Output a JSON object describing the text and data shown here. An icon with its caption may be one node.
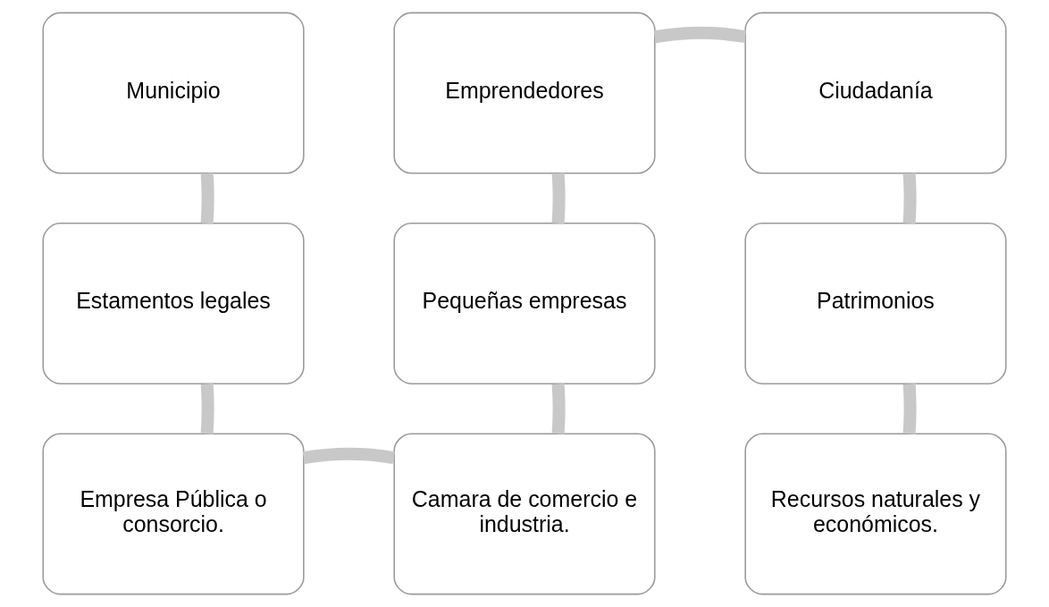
{
  "diagram": {
    "nodes": [
      {
        "text": [
          "Municipio"
        ]
      },
      {
        "text": [
          "Emprendedores"
        ]
      },
      {
        "text": [
          "Ciudadanía"
        ]
      },
      {
        "text": [
          "Estamentos legales"
        ]
      },
      {
        "text": [
          "Pequeñas empresas"
        ]
      },
      {
        "text": [
          "Patrimonios"
        ]
      },
      {
        "text": [
          "Empresa Pública o consorcio."
        ]
      },
      {
        "text": [
          "Camara de comercio e industria."
        ]
      },
      {
        "text": [
          "Recursos naturales y económicos."
        ]
      }
    ],
    "edges": [
      {
        "from": 0,
        "to": 3,
        "arrow": "none"
      },
      {
        "from": 3,
        "to": 6,
        "arrow": "none"
      },
      {
        "from": 6,
        "to": 7,
        "arrow": "none"
      },
      {
        "from": 7,
        "to": 4,
        "arrow": "none"
      },
      {
        "from": 4,
        "to": 1,
        "arrow": "none"
      },
      {
        "from": 1,
        "to": 2,
        "arrow": "none"
      },
      {
        "from": 2,
        "to": 5,
        "arrow": "none"
      },
      {
        "from": 5,
        "to": 8,
        "arrow": "none"
      }
    ]
  }
}
